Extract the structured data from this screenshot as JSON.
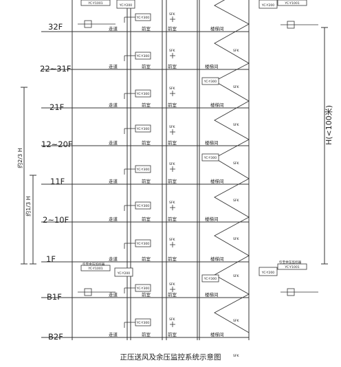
{
  "caption": "正压送风及余压监控系统示意图",
  "floors": [
    {
      "label": "32F",
      "rooms": true
    },
    {
      "label": "22~31F",
      "rooms": true
    },
    {
      "label": "21F",
      "rooms": true
    },
    {
      "label": "12~20F",
      "rooms": true
    },
    {
      "label": "11F",
      "rooms": true
    },
    {
      "label": "2~10F",
      "rooms": true
    },
    {
      "label": "1F",
      "rooms": true
    },
    {
      "label": "B1F",
      "rooms": true
    },
    {
      "label": "B2F",
      "rooms": true
    }
  ],
  "rooms": {
    "corridor": "走道",
    "front_room": "前室",
    "front_room_2": "前室",
    "stair": "楼梯间"
  },
  "sfk": "SFK",
  "controller_small": "YC-Y300",
  "controller_main": "YC-Y200",
  "controller_sub": "YC-Y1001",
  "panel_title": "引至余压监控器",
  "dims": {
    "two_thirds": "约2/3 H",
    "one_third": "约1/3 H",
    "height": "H(<100米)"
  },
  "colors": {
    "line": "#333333"
  }
}
